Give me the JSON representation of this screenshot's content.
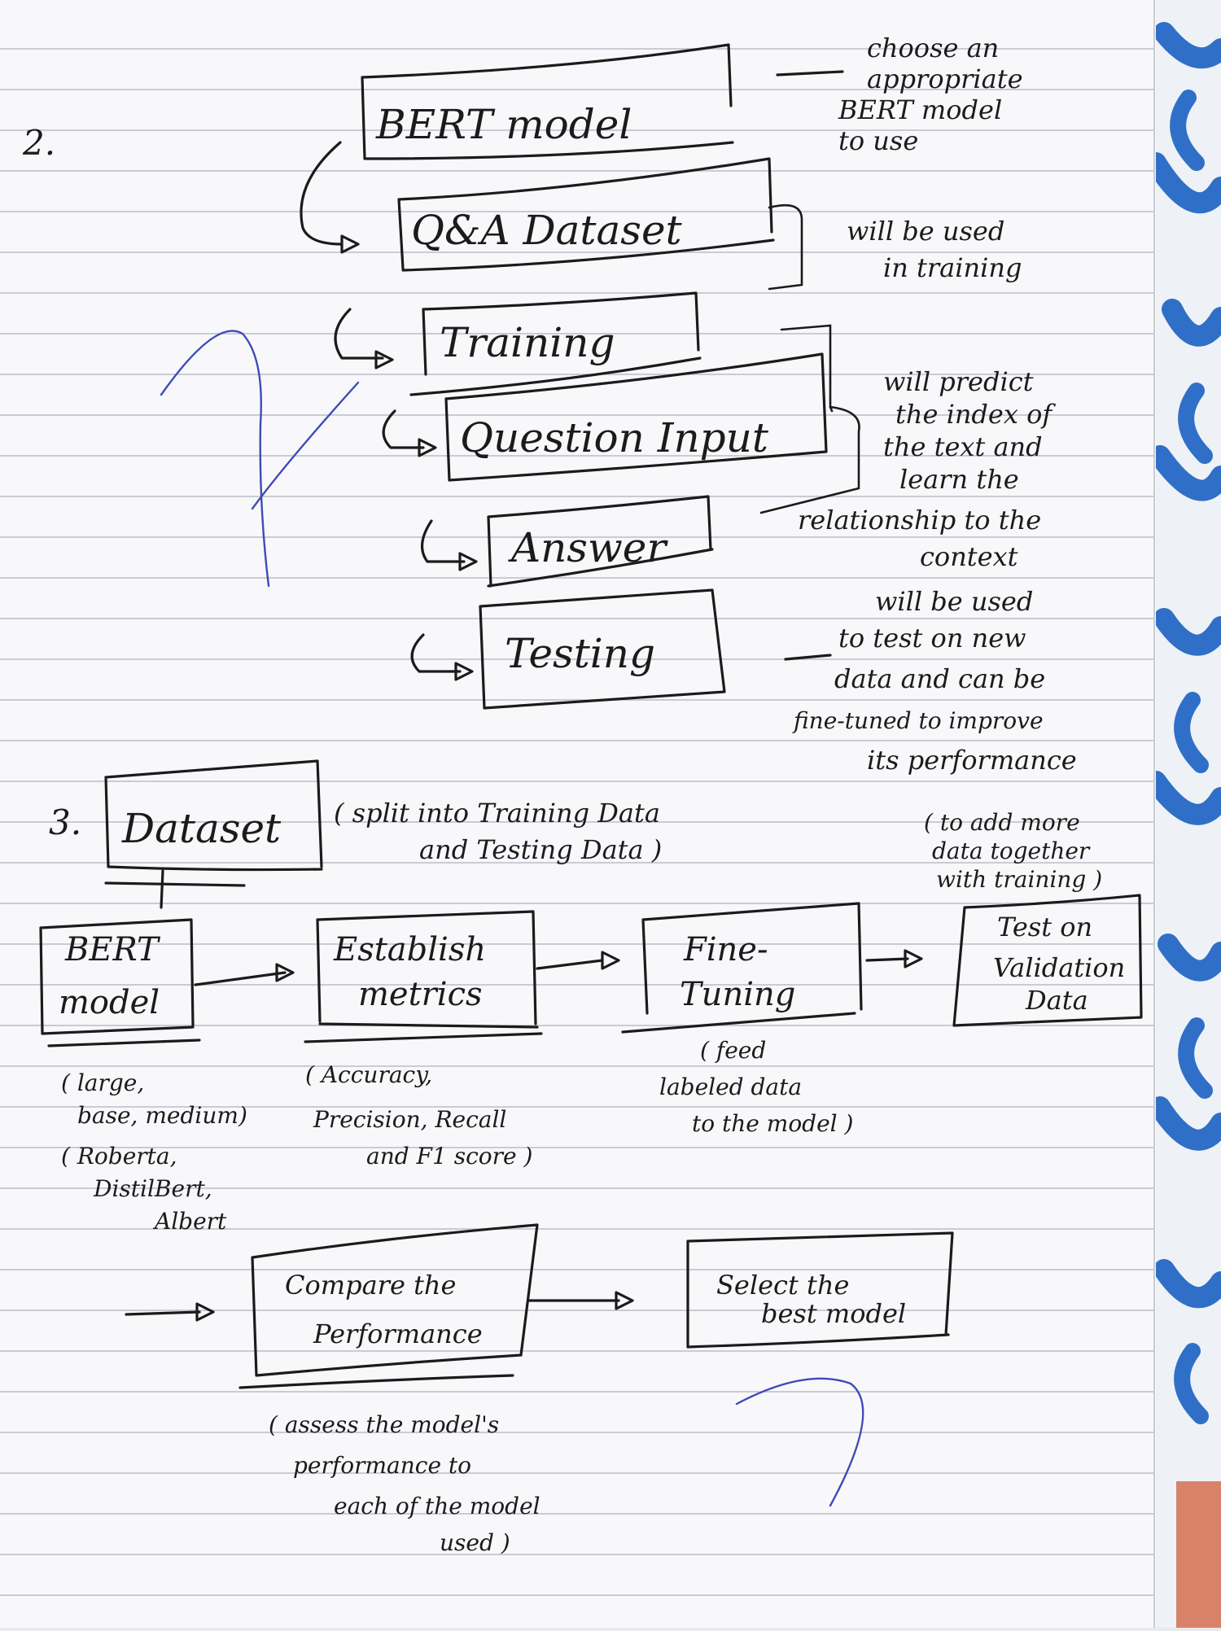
{
  "section2": {
    "number": "2.",
    "steps": [
      {
        "label": "BERT model"
      },
      {
        "label": "Q&A Dataset"
      },
      {
        "label": "Training"
      },
      {
        "label": "Question Input"
      },
      {
        "label": "Answer"
      },
      {
        "label": "Testing"
      }
    ],
    "notes": [
      {
        "lines": [
          "choose an",
          "appropriate",
          "BERT model",
          "to use"
        ]
      },
      {
        "lines": [
          "will be used",
          "in training"
        ]
      },
      {
        "lines": [
          "will predict",
          "the index of",
          "the text and",
          "learn the",
          "relationship to the",
          "context"
        ]
      },
      {
        "lines": [
          "will be used",
          "to test on new",
          "data and can be",
          "fine-tuned to improve",
          "its performance"
        ]
      }
    ]
  },
  "section3": {
    "number": "3.",
    "dataset": {
      "label": "Dataset",
      "note": [
        "( split into Training Data",
        "and Testing Data )"
      ]
    },
    "pipeline": [
      {
        "label": [
          "BERT",
          "model"
        ]
      },
      {
        "label": [
          "Establish",
          "metrics"
        ]
      },
      {
        "label": [
          "Fine-",
          "Tuning"
        ]
      },
      {
        "label": [
          "Test on",
          "Validation",
          "Data"
        ]
      }
    ],
    "top_note": [
      "( to add more",
      "data together",
      "with training )"
    ],
    "notes_below": [
      {
        "lines": [
          "( large,",
          "base, medium)",
          "( Roberta,",
          "DistilBert,",
          "Albert"
        ]
      },
      {
        "lines": [
          "( Accuracy,",
          "Precision, Recall",
          "and F1 score )"
        ]
      },
      {
        "lines": [
          "( feed",
          "labeled data",
          "to the model )"
        ]
      }
    ],
    "compare": {
      "label": [
        "Compare the",
        "Performance"
      ],
      "note": [
        "( assess the model's",
        "performance to",
        "each of the model",
        "used )"
      ]
    },
    "select": {
      "label": [
        "Select the",
        "best model"
      ]
    }
  }
}
